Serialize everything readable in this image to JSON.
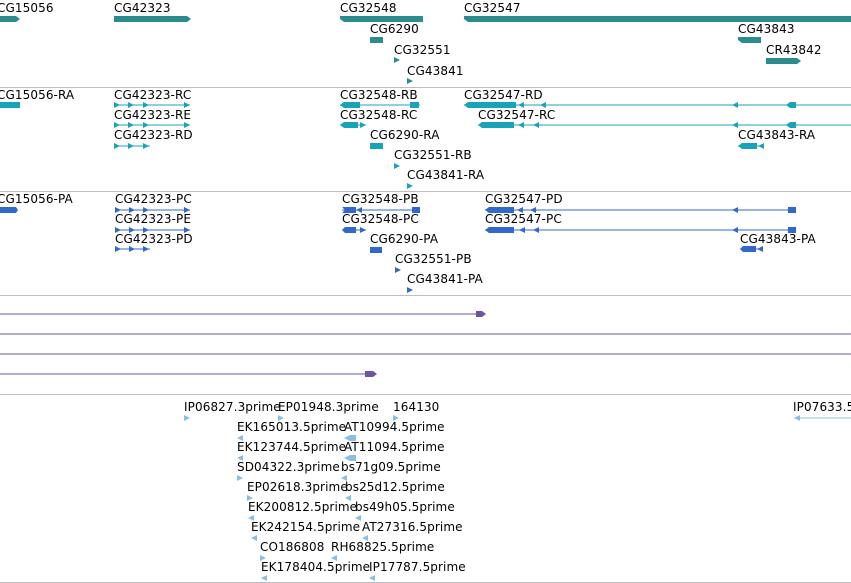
{
  "colors": {
    "gene": "#2a8c8c",
    "mrna": "#19a3b8",
    "protein": "#3269c8",
    "alignment": "#6f54a1",
    "est": "#8cbde3"
  },
  "tracks": {
    "genes": {
      "labels": [
        "CG15056",
        "CG42323",
        "CG32548",
        "CG32547",
        "CG6290",
        "CG43843",
        "CG32551",
        "CR43842",
        "CG43841"
      ]
    },
    "transcripts": {
      "labels": [
        "CG15056-RA",
        "CG42323-RC",
        "CG32548-RB",
        "CG32547-RD",
        "CG42323-RE",
        "CG32548-RC",
        "CG32547-RC",
        "CG42323-RD",
        "CG6290-RA",
        "CG43843-RA",
        "CG32551-RB",
        "CG43841-RA"
      ]
    },
    "proteins": {
      "labels": [
        "CG15056-PA",
        "CG42323-PC",
        "CG32548-PB",
        "CG32547-PD",
        "CG42323-PE",
        "CG32548-PC",
        "CG32547-PC",
        "CG42323-PD",
        "CG6290-PA",
        "CG43843-PA",
        "CG32551-PB",
        "CG43841-PA"
      ]
    },
    "ests": {
      "labels": [
        "IP06827.3prime",
        "EP01948.3prime",
        "164130",
        "IP07633.5",
        "EK165013.5prime",
        "AT10994.5prime",
        "EK123744.5prime",
        "AT11094.5prime",
        "SD04322.3prime",
        "bs71g09.5prime",
        "EP02618.3prime",
        "bs25d12.5prime",
        "EK200812.5prime",
        "bs49h05.5prime",
        "EK242154.5prime",
        "AT27316.5prime",
        "CO186808",
        "RH68825.5prime",
        "EK178404.5prime",
        "IP17787.5prime"
      ]
    }
  }
}
